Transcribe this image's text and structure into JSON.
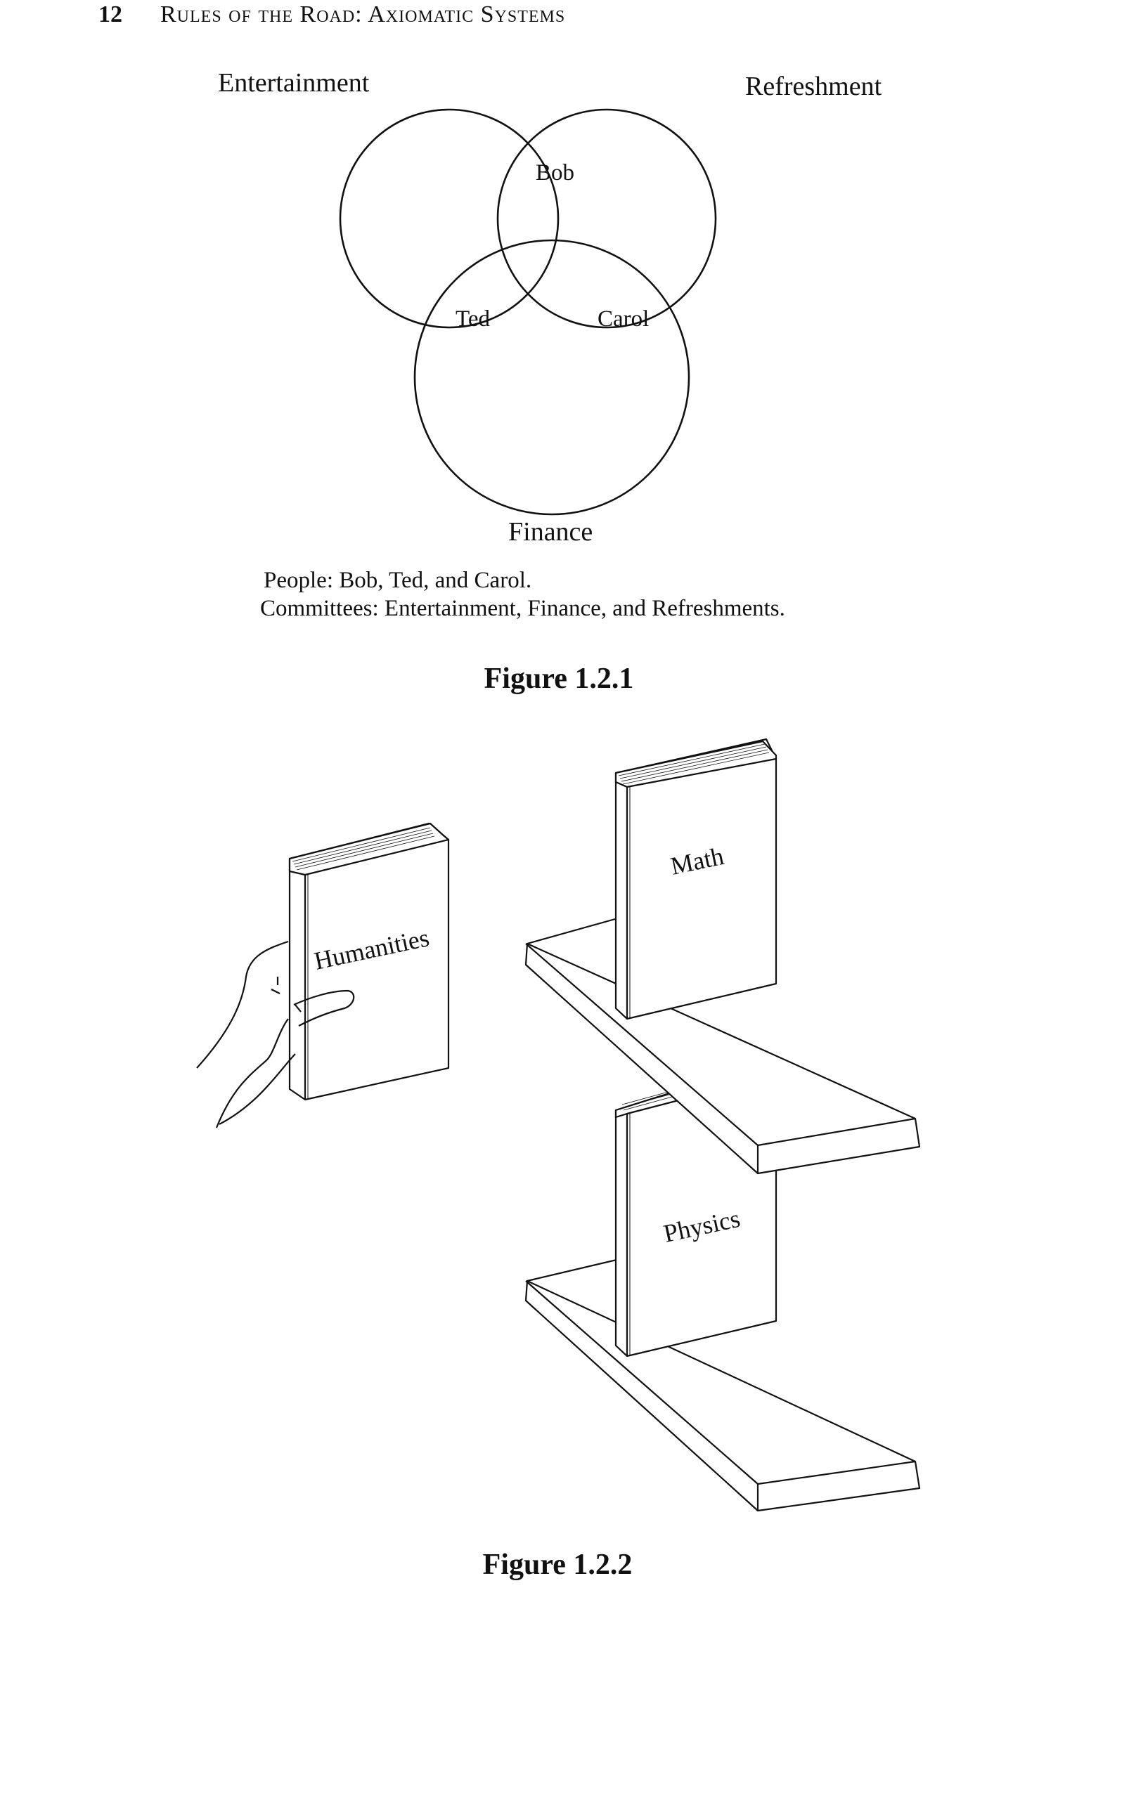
{
  "header": {
    "page_number": "12",
    "chapter_title": "Rules of the Road: Axiomatic Systems"
  },
  "figure_1": {
    "sets": {
      "entertainment": "Entertainment",
      "refreshment": "Refreshment",
      "finance": "Finance"
    },
    "people": {
      "bob": "Bob",
      "ted": "Ted",
      "carol": "Carol"
    },
    "caption_people": "People: Bob, Ted, and Carol.",
    "caption_committees": "Committees: Entertainment, Finance, and Refreshments.",
    "label": "Figure 1.2.1"
  },
  "figure_2": {
    "books": {
      "humanities": "Humanities",
      "math": "Math",
      "physics": "Physics"
    },
    "label": "Figure 1.2.2"
  }
}
